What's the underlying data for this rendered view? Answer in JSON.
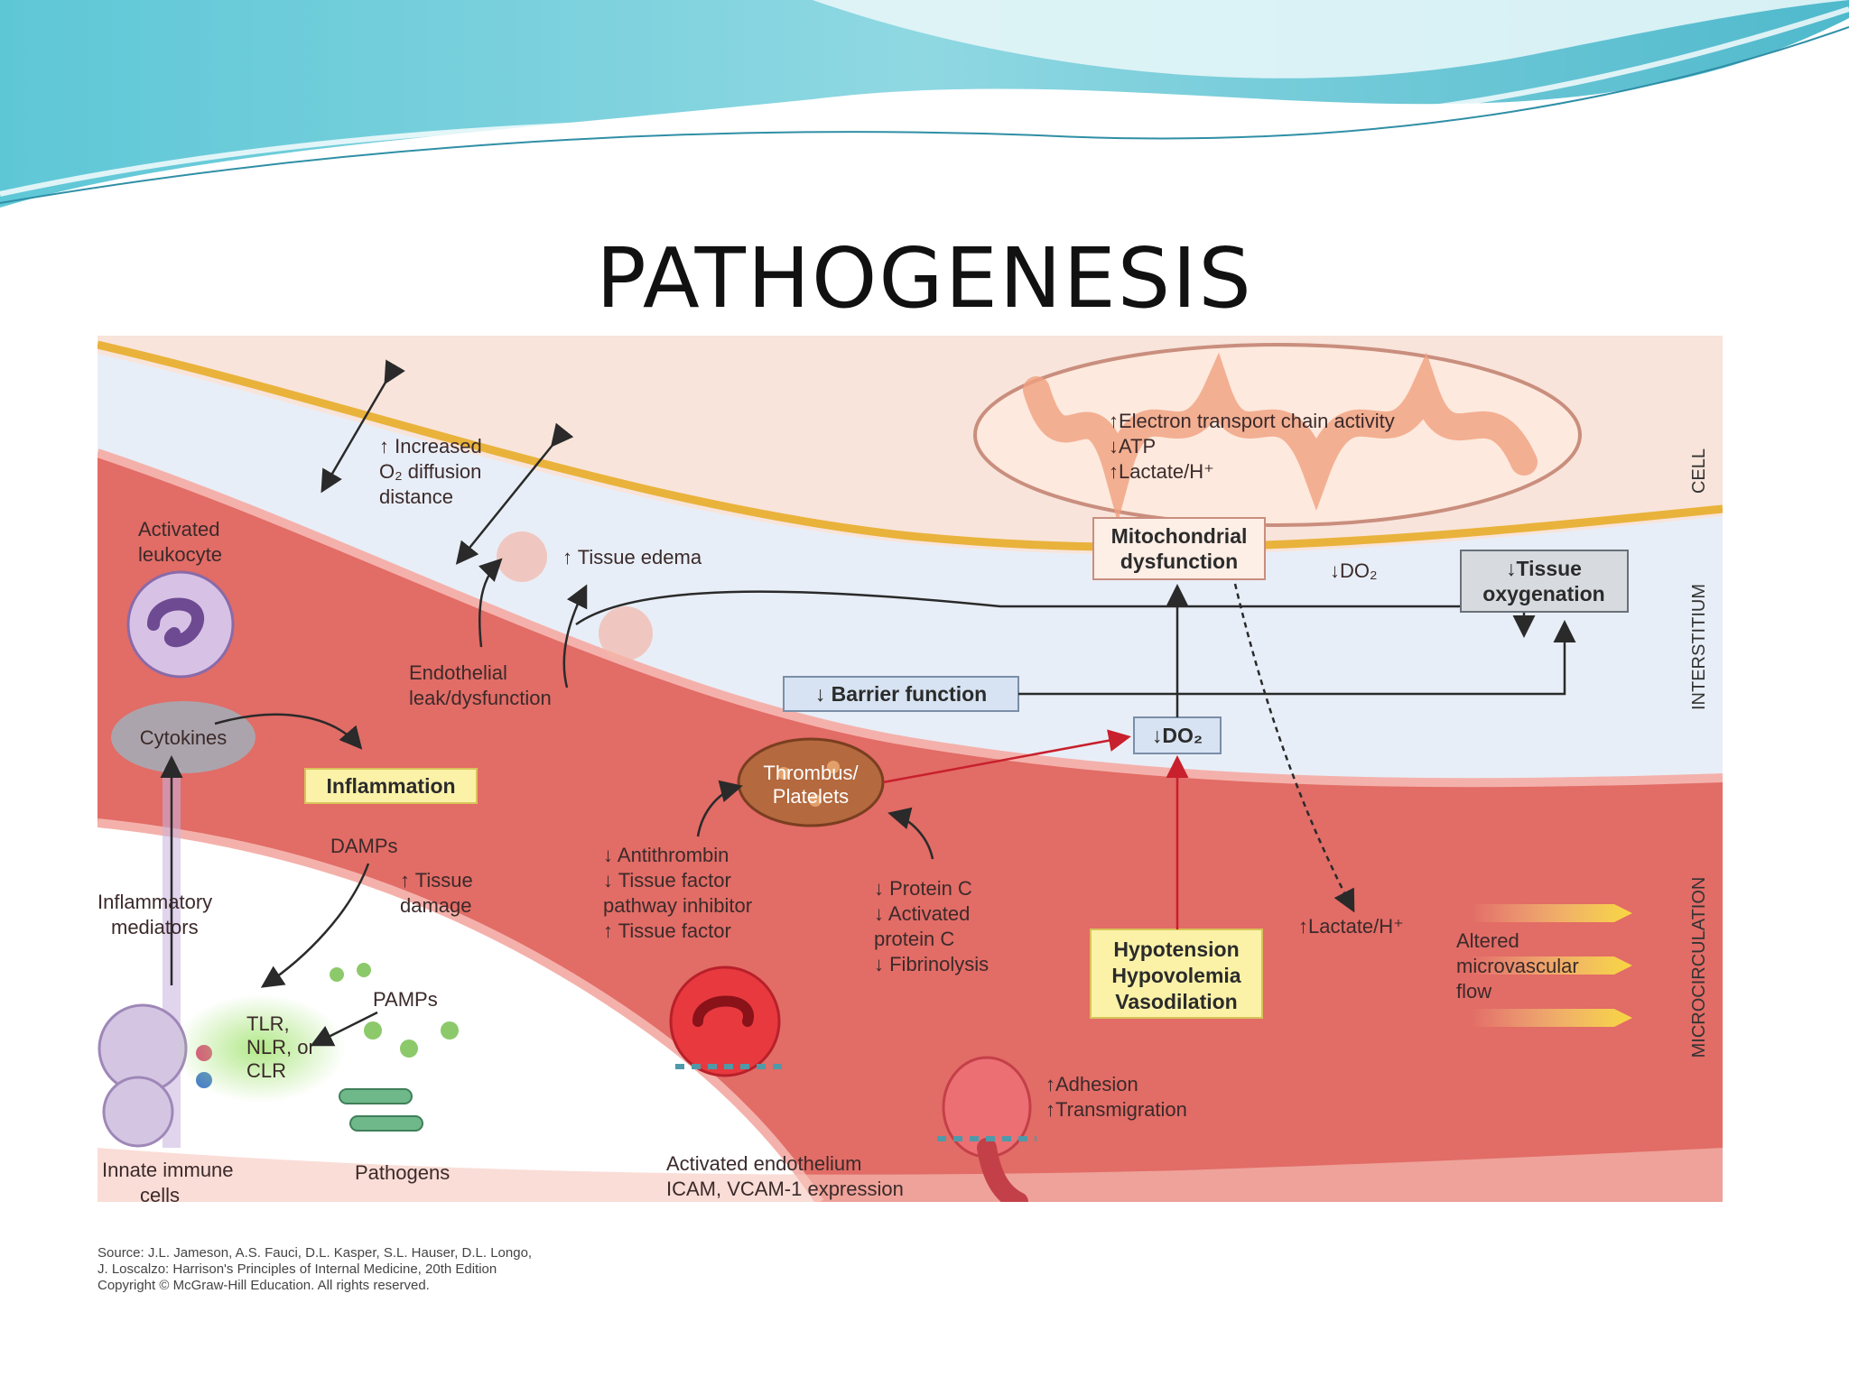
{
  "slide": {
    "title": "PATHOGENESIS"
  },
  "colors": {
    "banner": "#5cc3d3",
    "cell": "#f8e4da",
    "interstitium": "#e9eef6",
    "vessel": "#e05a55",
    "membrane": "#e9b23b",
    "yellow_box": "#fbf2a8",
    "blue_box": "#d7e3f2",
    "red_arrow": "#c8202c"
  },
  "regions": {
    "cell": "CELL",
    "interstitium": "INTERSTITIUM",
    "microcirculation": "MICROCIRCULATION"
  },
  "mito": {
    "line1": "↑Electron transport chain activity",
    "line2": "↓ATP",
    "line3": "↑Lactate/H⁺"
  },
  "labels": {
    "o2_line1": "↑ Increased",
    "o2_line2": "O₂ diffusion",
    "o2_line3": "distance",
    "tissue_edema": "↑ Tissue edema",
    "activated_leukocyte_1": "Activated",
    "activated_leukocyte_2": "leukocyte",
    "endothelial_1": "Endothelial",
    "endothelial_2": "leak/dysfunction",
    "cytokines": "Cytokines",
    "damps": "DAMPs",
    "tissue_damage_1": "↑ Tissue",
    "tissue_damage_2": "damage",
    "infl_mediators_1": "Inflammatory",
    "infl_mediators_2": "mediators",
    "pamps": "PAMPs",
    "tlr_1": "TLR,",
    "tlr_2": "NLR, or",
    "tlr_3": "CLR",
    "innate_1": "Innate immune",
    "innate_2": "cells",
    "pathogens": "Pathogens",
    "thrombus_1": "Thrombus/",
    "thrombus_2": "Platelets",
    "anti_1": "↓ Antithrombin",
    "anti_2": "↓ Tissue factor",
    "anti_3": "pathway inhibitor",
    "anti_4": "↑ Tissue factor",
    "protc_1": "↓ Protein C",
    "protc_2": "↓ Activated",
    "protc_3": "protein C",
    "protc_4": "↓ Fibrinolysis",
    "do2_small": "↓DO₂",
    "lactate": "↑Lactate/H⁺",
    "altered_1": "Altered",
    "altered_2": "microvascular",
    "altered_3": "flow",
    "adhesion_1": "↑Adhesion",
    "adhesion_2": "↑Transmigration",
    "endothelium_1": "Activated endothelium",
    "endothelium_2": "ICAM, VCAM-1 expression"
  },
  "boxes": {
    "inflammation": "Inflammation",
    "barrier": "↓ Barrier function",
    "do2": "↓DO₂",
    "mito_1": "Mitochondrial",
    "mito_2": "dysfunction",
    "tissue_oxy_1": "↓Tissue",
    "tissue_oxy_2": "oxygenation",
    "hypo_1": "Hypotension",
    "hypo_2": "Hypovolemia",
    "hypo_3": "Vasodilation"
  },
  "source": {
    "line1": "Source: J.L. Jameson, A.S. Fauci, D.L. Kasper, S.L. Hauser, D.L. Longo,",
    "line2": "J. Loscalzo: Harrison's Principles of Internal Medicine, 20th Edition",
    "line3": "Copyright © McGraw-Hill Education. All rights reserved."
  }
}
